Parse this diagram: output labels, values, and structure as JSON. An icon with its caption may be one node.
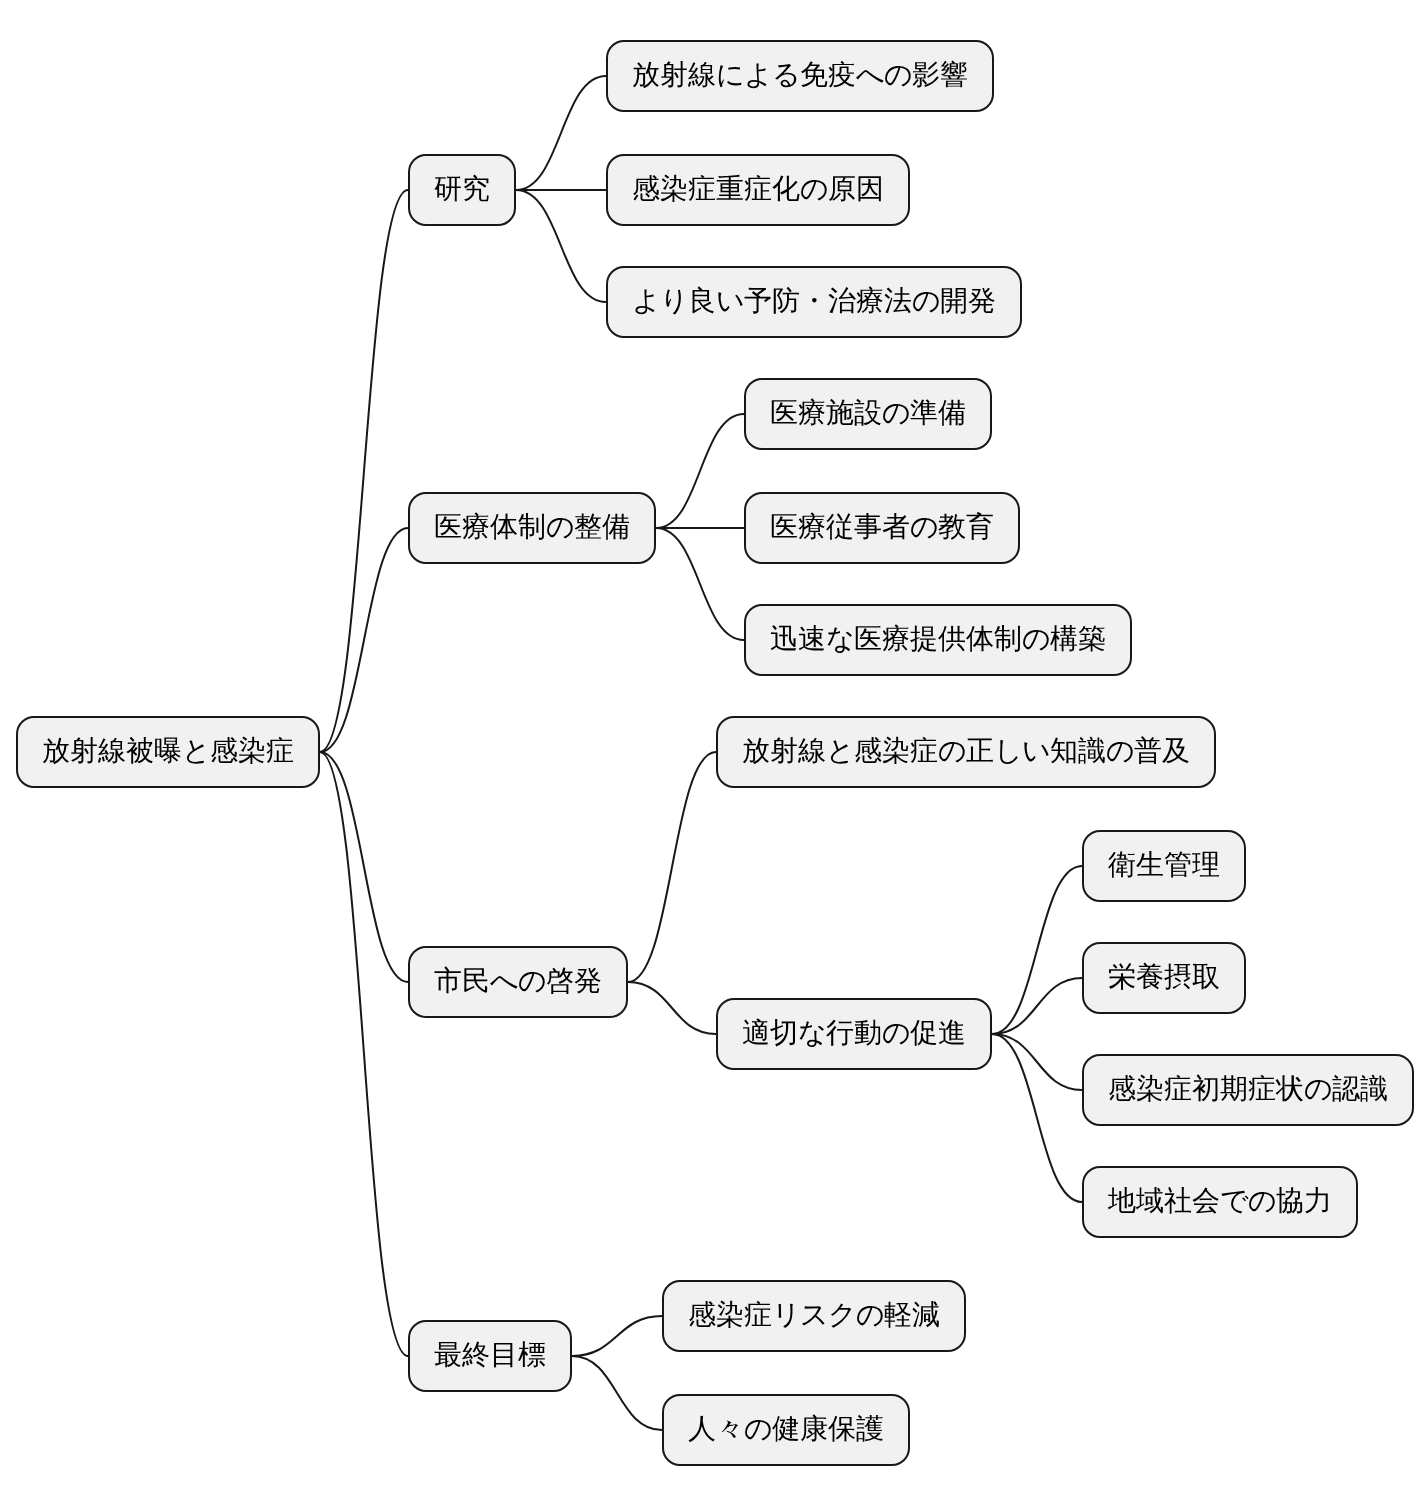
{
  "diagram": {
    "nodes": [
      {
        "text": [
          "放射線被曝と感染症"
        ]
      },
      {
        "text": [
          "研究"
        ]
      },
      {
        "text": [
          "放射線による免疫への影響"
        ]
      },
      {
        "text": [
          "感染症重症化の原因"
        ]
      },
      {
        "text": [
          "より良い予防・治療法の開発"
        ]
      },
      {
        "text": [
          "医療体制の整備"
        ]
      },
      {
        "text": [
          "医療施設の準備"
        ]
      },
      {
        "text": [
          "医療従事者の教育"
        ]
      },
      {
        "text": [
          "迅速な医療提供体制の構築"
        ]
      },
      {
        "text": [
          "市民への啓発"
        ]
      },
      {
        "text": [
          "放射線と感染症の正しい知識の普及"
        ]
      },
      {
        "text": [
          "適切な行動の促進"
        ]
      },
      {
        "text": [
          "衛生管理"
        ]
      },
      {
        "text": [
          "栄養摂取"
        ]
      },
      {
        "text": [
          "感染症初期症状の認識"
        ]
      },
      {
        "text": [
          "地域社会での協力"
        ]
      },
      {
        "text": [
          "最終目標"
        ]
      },
      {
        "text": [
          "感染症リスクの軽減"
        ]
      },
      {
        "text": [
          "人々の健康保護"
        ]
      }
    ],
    "edges": [
      {
        "from": 0,
        "to": 1,
        "arrow": "none"
      },
      {
        "from": 1,
        "to": 2,
        "arrow": "none"
      },
      {
        "from": 1,
        "to": 3,
        "arrow": "none"
      },
      {
        "from": 1,
        "to": 4,
        "arrow": "none"
      },
      {
        "from": 0,
        "to": 5,
        "arrow": "none"
      },
      {
        "from": 5,
        "to": 6,
        "arrow": "none"
      },
      {
        "from": 5,
        "to": 7,
        "arrow": "none"
      },
      {
        "from": 5,
        "to": 8,
        "arrow": "none"
      },
      {
        "from": 0,
        "to": 9,
        "arrow": "none"
      },
      {
        "from": 9,
        "to": 10,
        "arrow": "none"
      },
      {
        "from": 9,
        "to": 11,
        "arrow": "none"
      },
      {
        "from": 11,
        "to": 12,
        "arrow": "none"
      },
      {
        "from": 11,
        "to": 13,
        "arrow": "none"
      },
      {
        "from": 11,
        "to": 14,
        "arrow": "none"
      },
      {
        "from": 11,
        "to": 15,
        "arrow": "none"
      },
      {
        "from": 0,
        "to": 16,
        "arrow": "none"
      },
      {
        "from": 16,
        "to": 17,
        "arrow": "none"
      },
      {
        "from": 16,
        "to": 18,
        "arrow": "none"
      }
    ]
  }
}
